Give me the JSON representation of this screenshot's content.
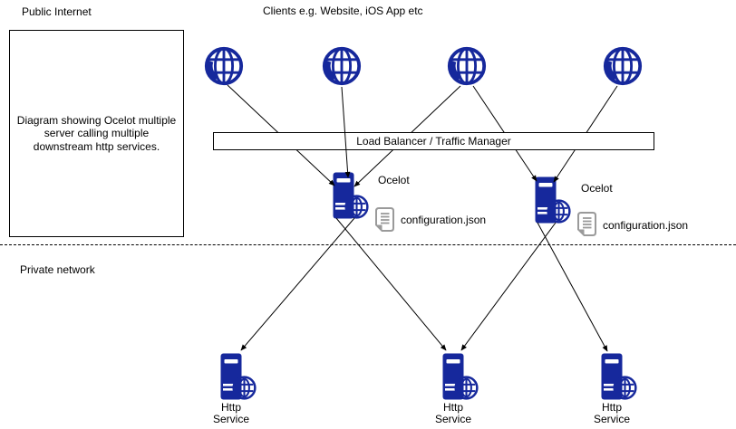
{
  "zones": {
    "public_label": "Public Internet",
    "private_label": "Private network"
  },
  "description_box": {
    "text": "Diagram showing Ocelot multiple server calling multiple downstream http services."
  },
  "clients": {
    "heading": "Clients e.g. Website, iOS App etc",
    "count": 4,
    "icon": "globe-icon"
  },
  "load_balancer": {
    "label": "Load Balancer / Traffic Manager"
  },
  "gateways": [
    {
      "label": "Ocelot",
      "config_file": "configuration.json",
      "icon": "server-globe-icon",
      "config_icon": "document-icon"
    },
    {
      "label": "Ocelot",
      "config_file": "configuration.json",
      "icon": "server-globe-icon",
      "config_icon": "document-icon"
    }
  ],
  "services": [
    {
      "label": "Http Service",
      "icon": "server-globe-icon"
    },
    {
      "label": "Http Service",
      "icon": "server-globe-icon"
    },
    {
      "label": "Http Service",
      "icon": "server-globe-icon"
    }
  ],
  "colors": {
    "icon_navy": "#16289C",
    "line": "#000000",
    "doc_gray": "#9A9A9A",
    "background": "#FFFFFF"
  }
}
